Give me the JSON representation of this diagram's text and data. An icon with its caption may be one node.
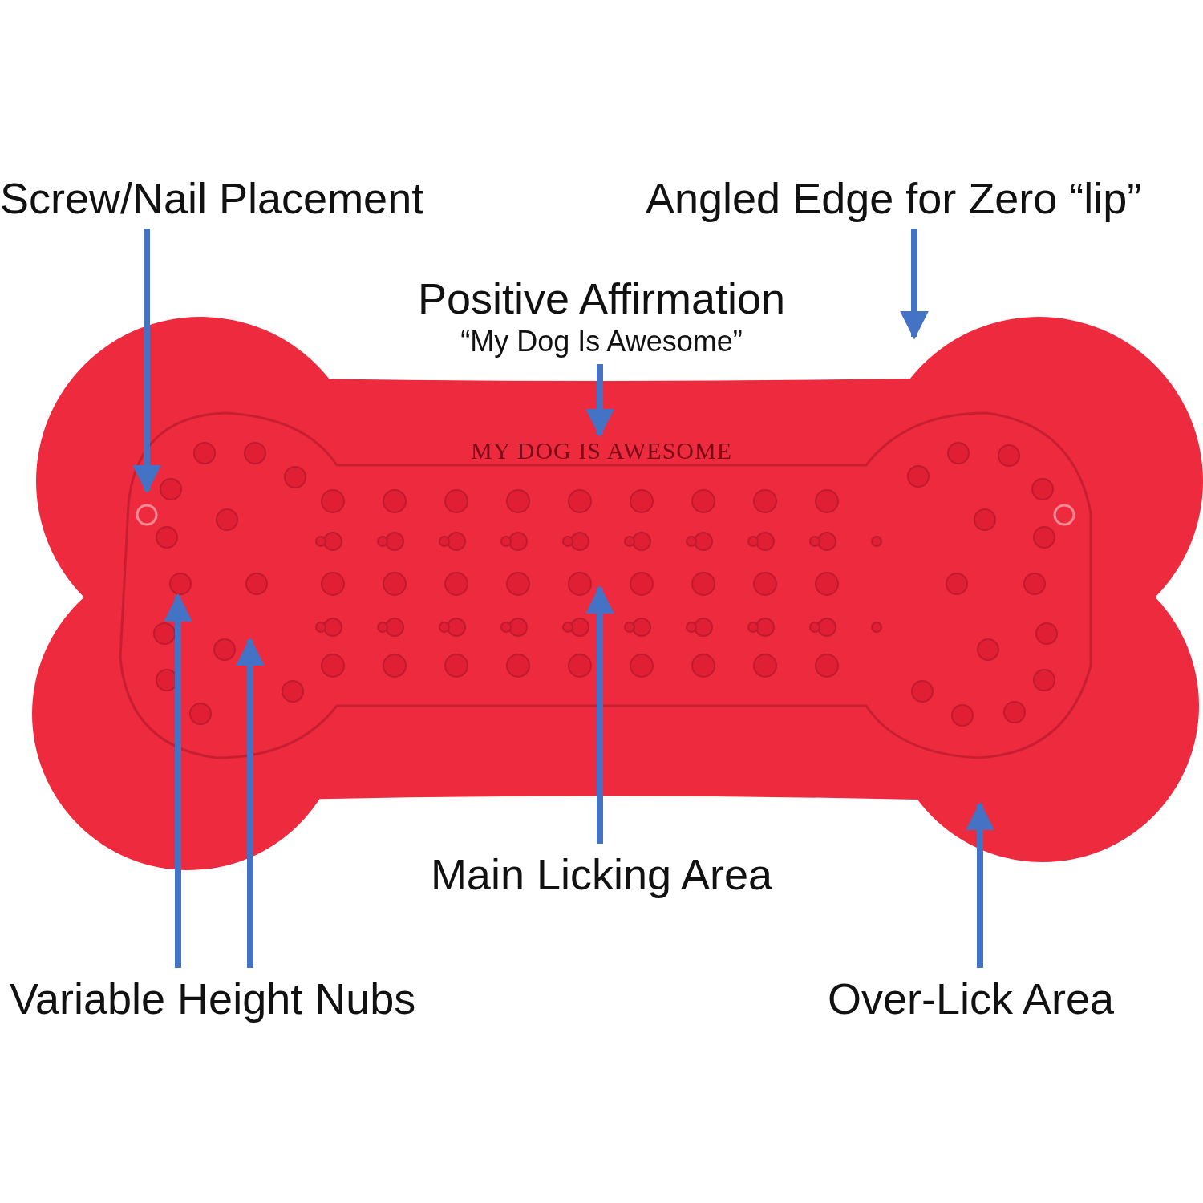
{
  "diagram": {
    "nodes": [
      {
        "text": [
          "Screw/Nail Placement"
        ]
      },
      {
        "text": [
          "Angled Edge for Zero “lip”"
        ]
      },
      {
        "text": [
          "Positive Affirmation",
          "“My Dog Is Awesome”"
        ]
      },
      {
        "text": [
          "Main Licking Area"
        ]
      },
      {
        "text": [
          "Variable Height Nubs"
        ]
      },
      {
        "text": [
          "Over-Lick Area"
        ]
      },
      {
        "text": [
          "MY DOG IS AWESOME"
        ]
      }
    ],
    "edges": [
      {
        "from": 0,
        "to": null,
        "arrow": "to"
      },
      {
        "from": 1,
        "to": null,
        "arrow": "to"
      },
      {
        "from": 2,
        "to": 6,
        "arrow": "to"
      },
      {
        "from": 3,
        "to": null,
        "arrow": "to"
      },
      {
        "from": 4,
        "to": null,
        "arrow": "to"
      },
      {
        "from": 4,
        "to": null,
        "arrow": "to"
      },
      {
        "from": 5,
        "to": null,
        "arrow": "to"
      }
    ]
  }
}
